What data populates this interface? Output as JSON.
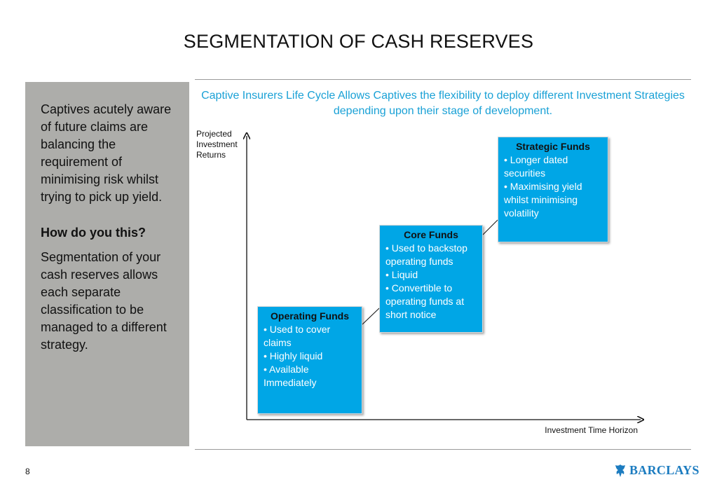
{
  "title": "SEGMENTATION OF CASH RESERVES",
  "sidebar": {
    "paragraph1": "Captives acutely aware of future claims are balancing the requirement of minimising risk whilst trying to pick up yield.",
    "question": "How do you this?",
    "paragraph2": "Segmentation of your cash reserves allows each separate classification to be managed to a different strategy."
  },
  "subtitle": "Captive Insurers Life Cycle Allows Captives the flexibility to deploy different Investment Strategies depending upon their stage of development.",
  "axes": {
    "y_label_lines": [
      "Projected",
      "Investment",
      "Returns"
    ],
    "x_label": "Investment Time Horizon"
  },
  "boxes": {
    "operating": {
      "title": "Operating Funds",
      "items": [
        "• Used to cover claims",
        "• Highly liquid",
        "• Available Immediately"
      ]
    },
    "core": {
      "title": "Core Funds",
      "items": [
        "• Used to backstop operating funds",
        "• Liquid",
        "• Convertible to operating funds at short notice"
      ]
    },
    "strategic": {
      "title": "Strategic Funds",
      "items": [
        "• Longer dated securities",
        "• Maximising yield whilst minimising volatility"
      ]
    }
  },
  "footer": {
    "page_number": "8",
    "logo_text": "BARCLAYS"
  },
  "colors": {
    "box_fill": "#00a6e6",
    "subtitle": "#1aa1d6",
    "sidebar_bg": "#adadaa",
    "logo": "#1c7cc0"
  },
  "icons": {
    "logo": "eagle-icon"
  }
}
